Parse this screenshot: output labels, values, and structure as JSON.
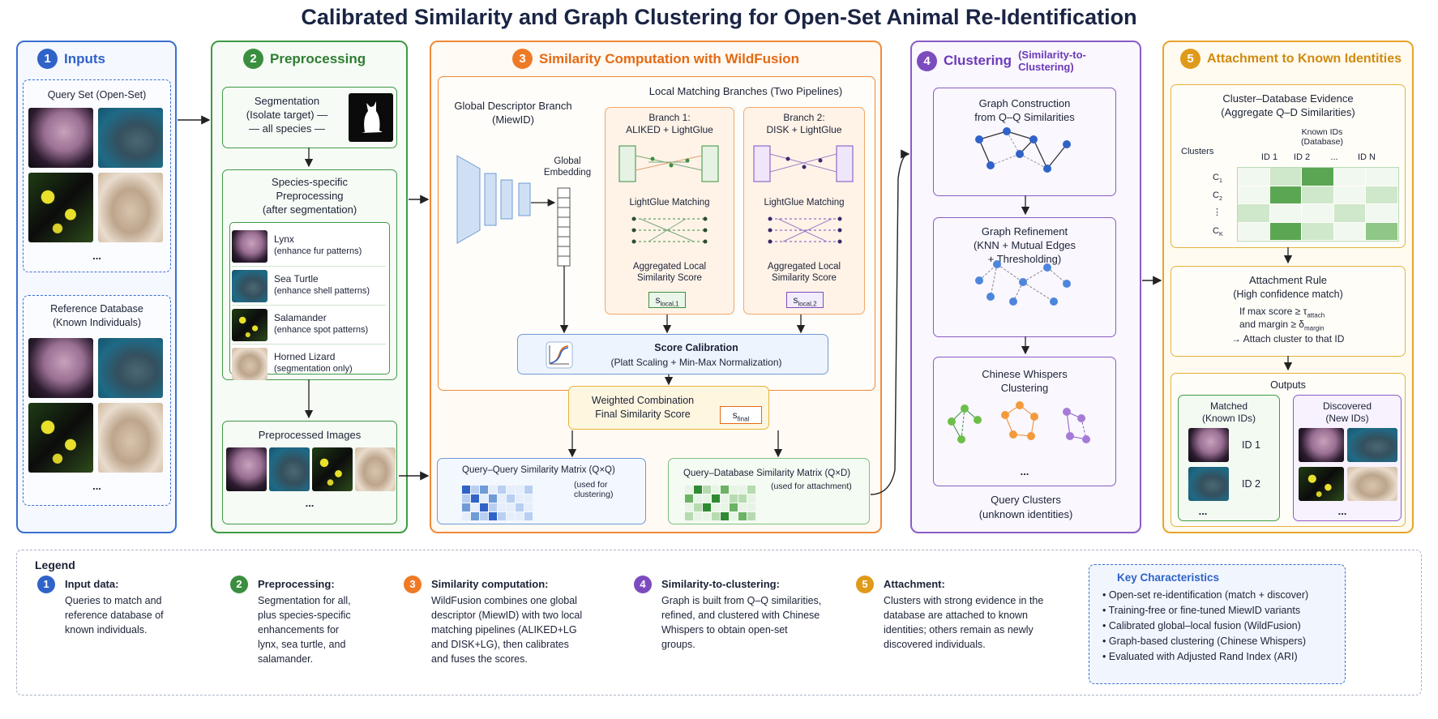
{
  "title": "Calibrated Similarity and Graph Clustering for Open-Set Animal Re-Identification",
  "colors": {
    "blue": "#2f63c8",
    "green": "#3a8f3f",
    "orange": "#ee7a26",
    "purple": "#7c4cbf",
    "gold": "#e09a1a"
  },
  "inputs": {
    "num": "1",
    "title": "Inputs",
    "query_set": "Query Set (Open-Set)",
    "reference_db": "Reference Database\n(Known Individuals)",
    "ellipsis": "..."
  },
  "preprocessing": {
    "num": "2",
    "title": "Preprocessing",
    "segmentation": "Segmentation\n(Isolate target) —\n— all species —",
    "species_title": "Species-specific\nPreprocessing\n(after segmentation)",
    "species": [
      {
        "name": "Lynx",
        "desc": "(enhance fur patterns)"
      },
      {
        "name": "Sea Turtle",
        "desc": "(enhance shell patterns)"
      },
      {
        "name": "Salamander",
        "desc": "(enhance spot patterns)"
      },
      {
        "name": "Horned Lizard",
        "desc": "(segmentation only)"
      }
    ],
    "preprocessed": "Preprocessed Images",
    "ellipsis": "..."
  },
  "similarity": {
    "num": "3",
    "title": "Similarity Computation with WildFusion",
    "global_branch": "Global Descriptor Branch\n(MiewID)",
    "global_embedding": "Global\nEmbedding",
    "local_title": "Local Matching Branches (Two Pipelines)",
    "branch1": "Branch 1:\nALIKED + LightGlue",
    "branch2": "Branch 2:\nDISK + LightGlue",
    "lightglue": "LightGlue Matching",
    "aggregated": "Aggregated Local\nSimilarity Score",
    "s_local_1": "s",
    "s_local_1_sub": "local,1",
    "s_local_2": "s",
    "s_local_2_sub": "local,2",
    "calibration_title": "Score Calibration",
    "calibration_sub": "(Platt Scaling + Min-Max Normalization)",
    "weighted": "Weighted Combination\nFinal Similarity Score",
    "s_final": "s",
    "s_final_sub": "final",
    "qq_matrix": "Query–Query Similarity Matrix (Q×Q)",
    "qq_use": "(used for clustering)",
    "qd_matrix": "Query–Database Similarity Matrix (Q×D)",
    "qd_use": "(used for attachment)"
  },
  "clustering": {
    "num": "4",
    "title": "Clustering",
    "subtitle": "(Similarity-to-Clustering)",
    "graph_construction": "Graph Construction\nfrom Q–Q Similarities",
    "graph_refinement": "Graph Refinement\n(KNN + Mutual Edges\n+ Thresholding)",
    "chinese_whispers": "Chinese Whispers\nClustering",
    "ellipsis": "...",
    "query_clusters": "Query Clusters\n(unknown identities)"
  },
  "attachment": {
    "num": "5",
    "title": "Attachment to Known Identities",
    "evidence_title": "Cluster–Database Evidence\n(Aggregate Q–D Similarities)",
    "clusters_label": "Clusters",
    "known_ids": "Known IDs\n(Database)",
    "id_cols": [
      "ID 1",
      "ID 2",
      "...",
      "ID N"
    ],
    "cluster_rows": [
      "C",
      "C",
      "⋮",
      "C"
    ],
    "cluster_subs": [
      "1",
      "2",
      "",
      "K"
    ],
    "rule_title": "Attachment Rule",
    "rule_sub": "(High confidence match)",
    "rule_line1": "If max score ≥ τ",
    "rule_line1_sub": "attach",
    "rule_line2": "and margin ≥ δ",
    "rule_line2_sub": "margin",
    "rule_line3": "→ Attach cluster to that ID",
    "outputs": "Outputs",
    "matched": "Matched\n(Known IDs)",
    "discovered": "Discovered\n(New IDs)",
    "id1": "ID 1",
    "id2": "ID 2",
    "ellipsis": "..."
  },
  "legend": {
    "title": "Legend",
    "items": [
      {
        "num": "1",
        "title": "Input data:",
        "text": "Queries to match and\nreference database of\nknown individuals."
      },
      {
        "num": "2",
        "title": "Preprocessing:",
        "text": "Segmentation for all,\nplus species-specific\nenhancements for\nlynx, sea turtle, and\nsalamander."
      },
      {
        "num": "3",
        "title": "Similarity computation:",
        "text": "WildFusion combines one global\ndescriptor (MiewID) with two local\nmatching pipelines (ALIKED+LG\nand DISK+LG), then calibrates\nand fuses the scores."
      },
      {
        "num": "4",
        "title": "Similarity-to-clustering:",
        "text": "Graph is built from Q–Q similarities,\nrefined, and clustered with Chinese\nWhispers to obtain open-set\ngroups."
      },
      {
        "num": "5",
        "title": "Attachment:",
        "text": "Clusters with strong evidence in the\ndatabase are attached to known\nidentities; others remain as newly\ndiscovered individuals."
      }
    ],
    "key_title": "Key Characteristics",
    "key_items": [
      "Open-set re-identification (match + discover)",
      "Training-free or fine-tuned MiewID variants",
      "Calibrated global–local fusion (WildFusion)",
      "Graph-based clustering (Chinese Whispers)",
      "Evaluated with Adjusted Rand Index (ARI)"
    ]
  }
}
